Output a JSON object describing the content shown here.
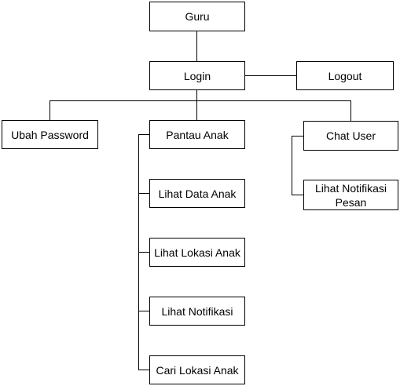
{
  "nodes": {
    "guru": "Guru",
    "login": "Login",
    "logout": "Logout",
    "ubah_password": "Ubah Password",
    "pantau_anak": "Pantau  Anak",
    "chat_user": "Chat User",
    "lihat_data_anak": "Lihat Data Anak",
    "lihat_lokasi_anak": "Lihat Lokasi Anak",
    "lihat_notifikasi": "Lihat Notifikasi",
    "cari_lokasi_anak": "Cari Lokasi Anak",
    "lihat_notifikasi_pesan": "Lihat Notifikasi\nPesan"
  },
  "colors": {
    "line": "#000000",
    "box_border": "#000000",
    "box_fill": "#ffffff",
    "text": "#000000"
  }
}
